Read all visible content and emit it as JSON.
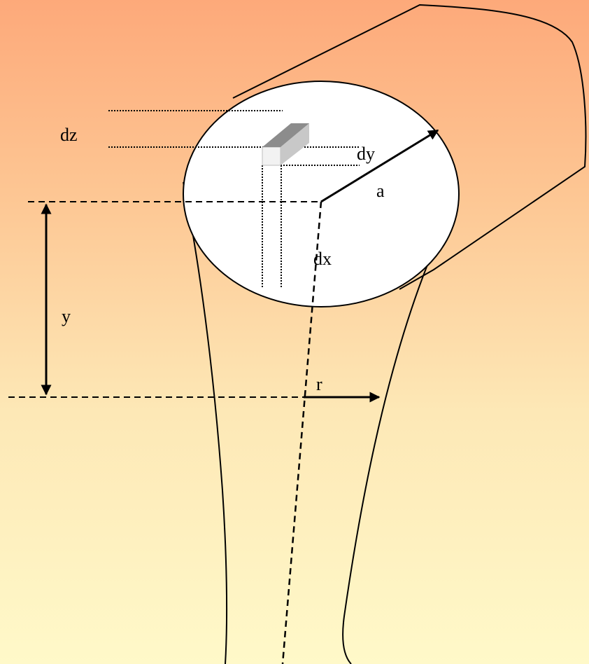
{
  "diagram": {
    "labels": {
      "dz": "dz",
      "dy": "dy",
      "a": "a",
      "dx": "dx",
      "y": "y",
      "r": "r"
    },
    "colors": {
      "background_top": "#fda97a",
      "background_bottom": "#fff9c9",
      "cross_section_fill": "#ffffff",
      "stroke": "#000000",
      "element_top": "#8c8c8c",
      "element_side": "#c8c8c8",
      "element_front": "#f2f2f2"
    }
  }
}
